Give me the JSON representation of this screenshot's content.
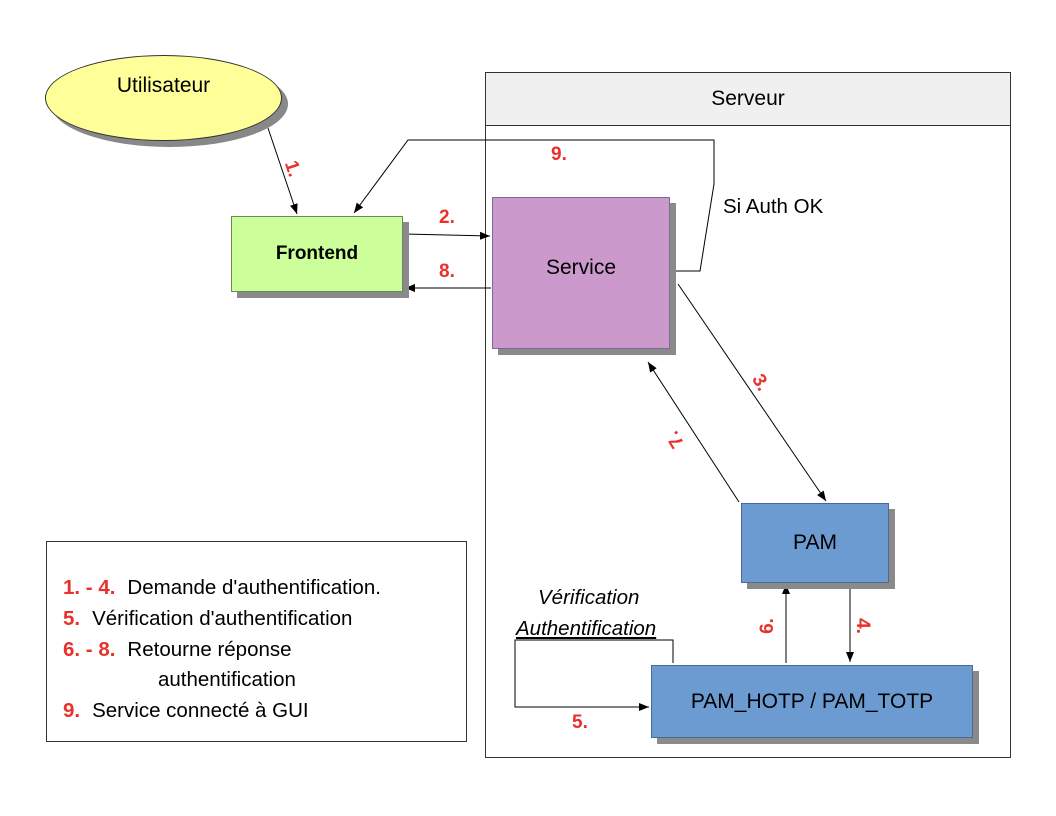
{
  "nodes": {
    "user": "Utilisateur",
    "frontend": "Frontend",
    "server": "Serveur",
    "service": "Service",
    "pam": "PAM",
    "hotp": "PAM_HOTP / PAM_TOTP"
  },
  "steps": {
    "s1": "1.",
    "s2": "2.",
    "s3": "3.",
    "s4": "4.",
    "s5": "5.",
    "s6": "6.",
    "s7": "7.",
    "s8": "8.",
    "s9": "9."
  },
  "labels": {
    "auth_ok": "Si Auth OK",
    "verification_line1": "Vérification",
    "verification_line2": "Authentification"
  },
  "legend": [
    {
      "num": "1. - 4.",
      "text": "Demande d'authentification."
    },
    {
      "num": "5.",
      "text": "Vérification d'authentification"
    },
    {
      "num": "6. - 8.",
      "text": "Retourne réponse"
    },
    {
      "num": "",
      "text": "authentification"
    },
    {
      "num": "9.",
      "text": "Service connecté à GUI"
    }
  ],
  "colors": {
    "user": "#ffff99",
    "frontend": "#ccff99",
    "service": "#cc99cc",
    "pam": "#6c9bd1",
    "step": "#e8312a"
  }
}
